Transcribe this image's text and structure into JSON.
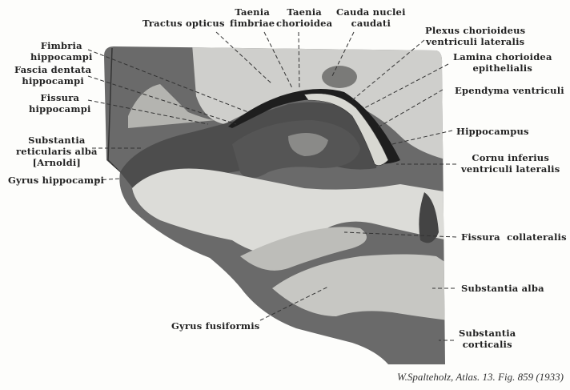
{
  "labels": {
    "tractus_opticus": "Tractus opticus",
    "taenia_fimbriae": "Taenia\nfimbriae",
    "taenia_chorioidea": "Taenia\nchorioidea",
    "cauda_nuclei_caudati": "Cauda nuclei\ncaudati",
    "plexus_chorioideus": "Plexus chorioideus\nventriculi lateralis",
    "lamina_chorioidea": "Lamina chorioidea\nepithelialis",
    "ependyma_ventriculi": "Ependyma ventriculi",
    "hippocampus": "Hippocampus",
    "cornu_inferius": "Cornu inferius\nventriculi lateralis",
    "fissura_collateralis": "Fissura  collateralis",
    "substantia_alba": "Substantia alba",
    "substantia_corticalis": "Substantia\ncorticalis",
    "fimbria_hippocampi": "Fimbria\nhippocampi",
    "fascia_dentata": "Fascia dentata\nhippocampi",
    "fissura_hippocampi": "Fissura\nhippocampi",
    "substantia_reticularis": "Substantia\nreticularis alba\n[Arnoldi]",
    "gyrus_hippocampi": "Gyrus hippocampi",
    "gyrus_fusiformis": "Gyrus fusiformis"
  },
  "caption": "W.Spalteholz, Atlas. 13. Fig. 859 (1933)"
}
